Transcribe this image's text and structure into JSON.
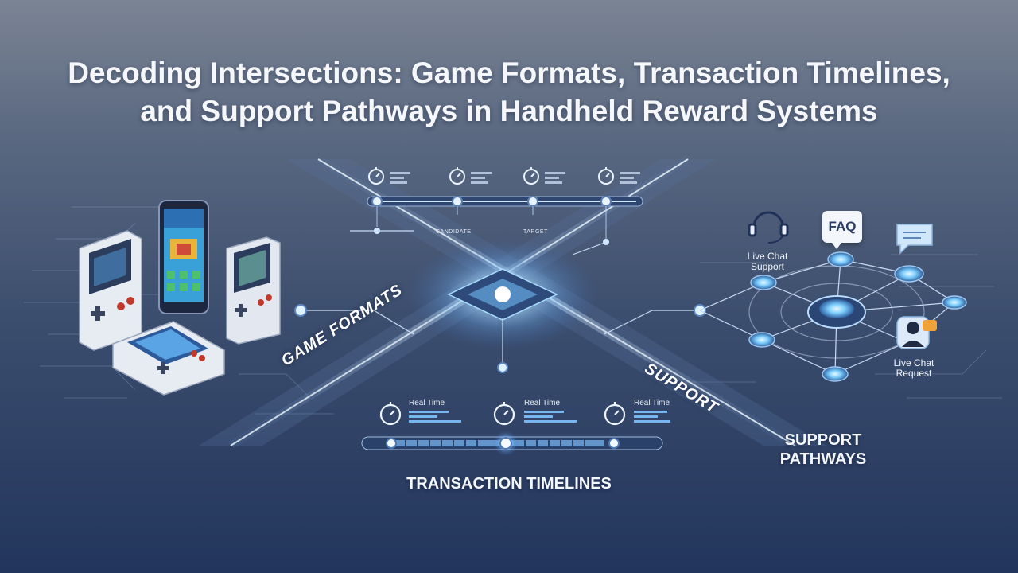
{
  "title": {
    "line1": "Decoding Intersections: Game Formats, Transaction Timelines,",
    "line2": "and Support Pathways in Handheld Reward Systems"
  },
  "beams": {
    "game_formats": "GAME FORMATS",
    "support": "SUPPORT"
  },
  "sections": {
    "transaction_timelines": "TRANSACTION TIMELINES",
    "support_pathways_line1": "SUPPORT",
    "support_pathways_line2": "PATHWAYS"
  },
  "top_timeline": {
    "tick_labels": [
      "CANDIDATE",
      "TARGET"
    ]
  },
  "bottom_timeline": {
    "stages": [
      {
        "label": "Real Time"
      },
      {
        "label": "Real Time"
      },
      {
        "label": "Real Time"
      }
    ]
  },
  "support_network": {
    "faq": "FAQ",
    "live_chat_support_line1": "Live Chat",
    "live_chat_support_line2": "Support",
    "live_chat_request_line1": "Live Chat",
    "live_chat_request_line2": "Request"
  },
  "colors": {
    "accent_glow": "#9fdcff",
    "beam": "#c8e6ff",
    "background_top": "#7b8494",
    "background_bottom": "#22355c"
  },
  "icons": [
    "stopwatch-icon",
    "headset-icon",
    "faq-bubble-icon",
    "chat-bubble-icon",
    "user-chat-icon",
    "handheld-console-icon",
    "smartphone-icon"
  ]
}
